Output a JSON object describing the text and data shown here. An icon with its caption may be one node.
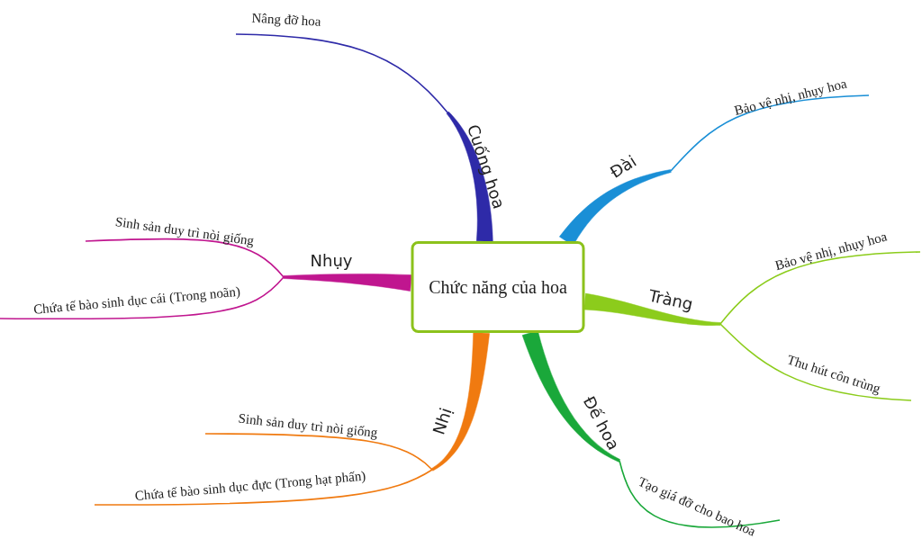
{
  "diagram": {
    "nodes": [
      {
        "text": [
          "Chức năng của hoa"
        ]
      },
      {
        "text": [
          "Cuống hoa"
        ]
      },
      {
        "text": [
          "Nâng đỡ hoa"
        ]
      },
      {
        "text": [
          "Đài"
        ]
      },
      {
        "text": [
          "Bảo vệ nhị, nhụy hoa"
        ]
      },
      {
        "text": [
          "Tràng"
        ]
      },
      {
        "text": [
          "Bảo vệ nhị, nhụy hoa"
        ]
      },
      {
        "text": [
          "Thu hút côn trùng"
        ]
      },
      {
        "text": [
          "Đế hoa"
        ]
      },
      {
        "text": [
          "Tạo giá đỡ cho bao hoa"
        ]
      },
      {
        "text": [
          "Nhị"
        ]
      },
      {
        "text": [
          "Sinh sản duy trì nòi giống"
        ]
      },
      {
        "text": [
          "Chứa tế bào sinh dục đực (Trong hạt phấn)"
        ]
      },
      {
        "text": [
          "Nhụy"
        ]
      },
      {
        "text": [
          "Sinh sản duy trì nòi giống"
        ]
      },
      {
        "text": [
          "Chứa tế bào sinh dục cái (Trong noãn)"
        ]
      }
    ],
    "edges": [
      {
        "from": 0,
        "to": 1,
        "arrow": "none",
        "style": "thick",
        "color": "#2e2aa8"
      },
      {
        "from": 1,
        "to": 2,
        "arrow": "none",
        "color": "#2e2aa8"
      },
      {
        "from": 0,
        "to": 3,
        "arrow": "none",
        "style": "thick",
        "color": "#1a8fd6"
      },
      {
        "from": 3,
        "to": 4,
        "arrow": "none",
        "color": "#1a8fd6"
      },
      {
        "from": 0,
        "to": 5,
        "arrow": "none",
        "style": "thick",
        "color": "#8ccc1c"
      },
      {
        "from": 5,
        "to": 6,
        "arrow": "none",
        "color": "#8ccc1c"
      },
      {
        "from": 5,
        "to": 7,
        "arrow": "none",
        "color": "#8ccc1c"
      },
      {
        "from": 0,
        "to": 8,
        "arrow": "none",
        "style": "thick",
        "color": "#1aa83a"
      },
      {
        "from": 8,
        "to": 9,
        "arrow": "none",
        "color": "#1aa83a"
      },
      {
        "from": 0,
        "to": 10,
        "arrow": "none",
        "style": "thick",
        "color": "#f07a10"
      },
      {
        "from": 10,
        "to": 11,
        "arrow": "none",
        "color": "#f07a10"
      },
      {
        "from": 10,
        "to": 12,
        "arrow": "none",
        "color": "#f07a10"
      },
      {
        "from": 0,
        "to": 13,
        "arrow": "none",
        "style": "thick",
        "color": "#c0168f"
      },
      {
        "from": 13,
        "to": 14,
        "arrow": "none",
        "color": "#c0168f"
      },
      {
        "from": 13,
        "to": 15,
        "arrow": "none",
        "color": "#c0168f"
      }
    ]
  }
}
